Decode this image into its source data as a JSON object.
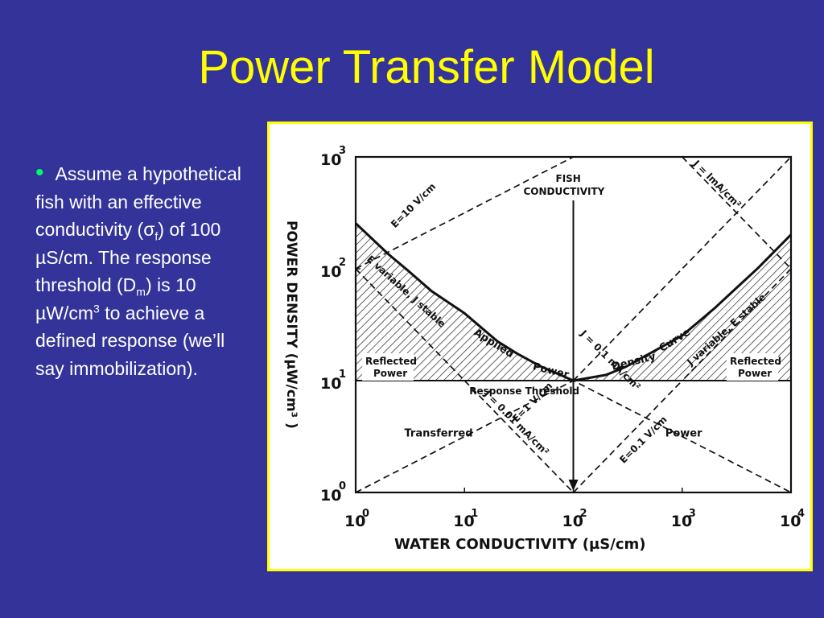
{
  "slide": {
    "title": "Power Transfer Model",
    "bullet": {
      "p1": "Assume a hypothetical fish with an effective conductivity (σ",
      "sub_f": "f",
      "p2": ") of 100 µS/cm.  The response threshold (D",
      "sub_m": "m",
      "p3": ") is 10 µW/cm",
      "sup_3": "3",
      "p4": " to achieve a defined response (we’ll say immobilization)."
    },
    "colors": {
      "background": "#333399",
      "title": "#ffff00",
      "bullet": "#00ff66",
      "text": "#ffffff",
      "frame": "#ffff00"
    }
  },
  "chart_data": {
    "type": "line",
    "x_scale": "log",
    "y_scale": "log",
    "xlim": [
      1,
      10000
    ],
    "ylim": [
      1,
      1000
    ],
    "xlabel": "WATER CONDUCTIVITY (µS/cm)",
    "ylabel": "POWER DENSITY (µW/cm³ )",
    "x_ticks": [
      {
        "value": 1,
        "label": "10",
        "exp": "0"
      },
      {
        "value": 10,
        "label": "10",
        "exp": "1"
      },
      {
        "value": 100,
        "label": "10",
        "exp": "2"
      },
      {
        "value": 1000,
        "label": "10",
        "exp": "3"
      },
      {
        "value": 10000,
        "label": "10",
        "exp": "4"
      }
    ],
    "y_ticks": [
      {
        "value": 1,
        "label": "10",
        "exp": "0"
      },
      {
        "value": 10,
        "label": "10",
        "exp": "1"
      },
      {
        "value": 100,
        "label": "10",
        "exp": "2"
      },
      {
        "value": 1000,
        "label": "10",
        "exp": "3"
      }
    ],
    "fish_conductivity": 100,
    "response_threshold": 10,
    "applied_power_curve": {
      "x": [
        1,
        2,
        3,
        5,
        10,
        20,
        30,
        50,
        100,
        200,
        300,
        500,
        1000,
        2000,
        3000,
        5000,
        10000
      ],
      "y": [
        255,
        135,
        97,
        63,
        40,
        22.5,
        17.6,
        13.4,
        10,
        11.25,
        13.2,
        17.4,
        25.3,
        44.7,
        64.5,
        102,
        202
      ]
    },
    "lines": [
      {
        "label": "E=10 V/cm",
        "x": [
          1,
          100
        ],
        "y": [
          100,
          1000
        ]
      },
      {
        "label": "E=1 V/cm",
        "x": [
          1,
          100,
          10000
        ],
        "y": [
          1,
          10,
          1
        ]
      },
      {
        "label": "J = 0.1 mA/cm²",
        "x": [
          100,
          10000
        ],
        "y": [
          10,
          1000
        ]
      },
      {
        "label": "J = lmA/cm²",
        "x": [
          1000,
          10000
        ],
        "y": [
          1000,
          100
        ]
      },
      {
        "label": "J = 0.01 mA/cm²",
        "x": [
          10,
          100
        ],
        "y": [
          10,
          1
        ]
      },
      {
        "label": "E=0.1 V/cm",
        "x": [
          100,
          1000
        ],
        "y": [
          1,
          10
        ]
      },
      {
        "label": "",
        "x": [
          1,
          10
        ],
        "y": [
          100,
          10
        ]
      },
      {
        "label": "",
        "x": [
          10000,
          1000
        ],
        "y": [
          100,
          10
        ]
      }
    ],
    "annotations": {
      "fish_conductivity": [
        "FISH",
        "CONDUCTIVITY"
      ],
      "response_threshold": "Response Threshold",
      "applied": "Applied",
      "power": "Power",
      "density": "Density",
      "curve": "Curve",
      "e_variable_j_stable": "E variable, J stable",
      "j_variable_e_stable": "J variable, E stable",
      "reflected_power": [
        "Reflected",
        "Power"
      ],
      "transferred": "Transferred",
      "power_region": "Power"
    }
  }
}
